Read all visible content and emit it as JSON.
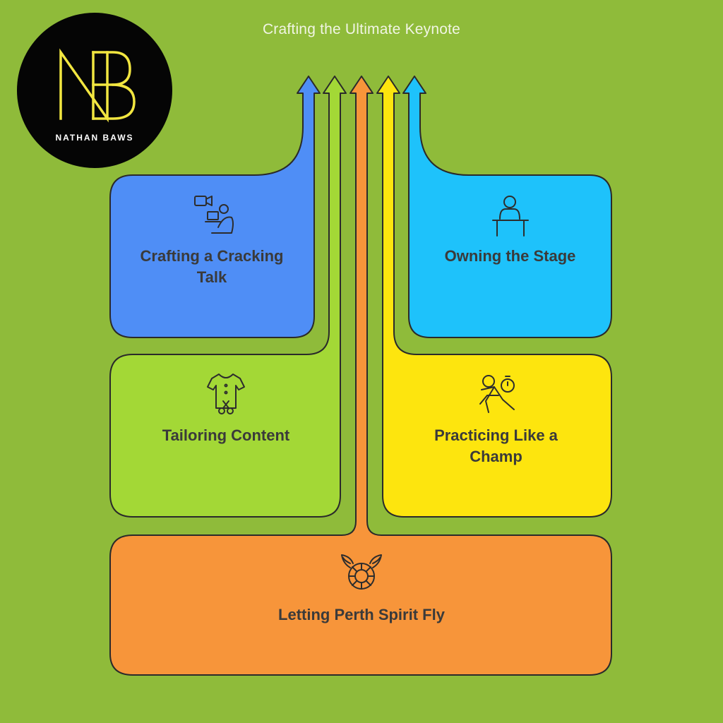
{
  "title": "Crafting the Ultimate Keynote",
  "logo": {
    "name": "NATHAN BAWS",
    "monogram": "NB",
    "icon": "nb-monogram-logo",
    "color": "#f2e640"
  },
  "steps": [
    {
      "id": "crafting",
      "label": "Crafting a Cracking Talk",
      "icon": "presenter-laptop-video-icon",
      "color": "#4f8ef6"
    },
    {
      "id": "owning",
      "label": "Owning the Stage",
      "icon": "speaker-podium-icon",
      "color": "#1ec2fb"
    },
    {
      "id": "tailoring",
      "label": "Tailoring Content",
      "icon": "shirt-scissors-icon",
      "color": "#a3d836"
    },
    {
      "id": "practicing",
      "label": "Practicing Like a Champ",
      "icon": "runner-stopwatch-icon",
      "color": "#fde50e"
    },
    {
      "id": "perth",
      "label": "Letting Perth Spirit Fly",
      "icon": "winged-ball-icon",
      "color": "#f7953a"
    }
  ]
}
